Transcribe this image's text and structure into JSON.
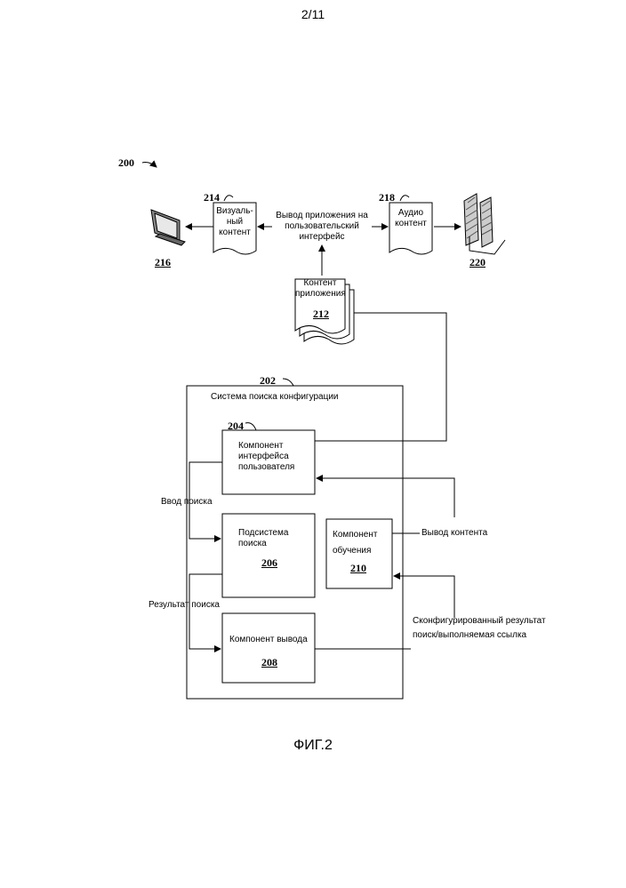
{
  "page": {
    "number": "2/11",
    "caption": "ФИГ.2"
  },
  "figure_ref": "200",
  "visual_content": {
    "ref": "214",
    "line1": "Визуаль-",
    "line2": "ный",
    "line3": "контент"
  },
  "display": {
    "ref": "216"
  },
  "ui_output": {
    "line1": "Вывод приложения на",
    "line2": "пользовательский",
    "line3": "интерфейс"
  },
  "audio_content": {
    "ref": "218",
    "line1": "Аудио",
    "line2": "контент"
  },
  "speakers": {
    "ref": "220"
  },
  "app_content": {
    "ref": "212",
    "line1": "Контент",
    "line2": "приложения"
  },
  "system": {
    "ref": "202",
    "title": "Система поиска конфигурации"
  },
  "ui_component": {
    "ref": "204",
    "line1": "Компонент",
    "line2": "интерфейса",
    "line3": "пользователя"
  },
  "search_subsystem": {
    "ref": "206",
    "line1": "Подсистема",
    "line2": "поиска"
  },
  "learning_component": {
    "ref": "210",
    "line1": "Компонент",
    "line2": "обучения"
  },
  "output_component": {
    "ref": "208",
    "line1": "Компонент вывода"
  },
  "labels": {
    "search_input": "Ввод поиска",
    "search_result": "Результат поиска",
    "content_output": "Вывод контента",
    "configured_result_line1": "Сконфигурированный результат",
    "configured_result_line2": "поиск/выполняемая ссылка"
  }
}
